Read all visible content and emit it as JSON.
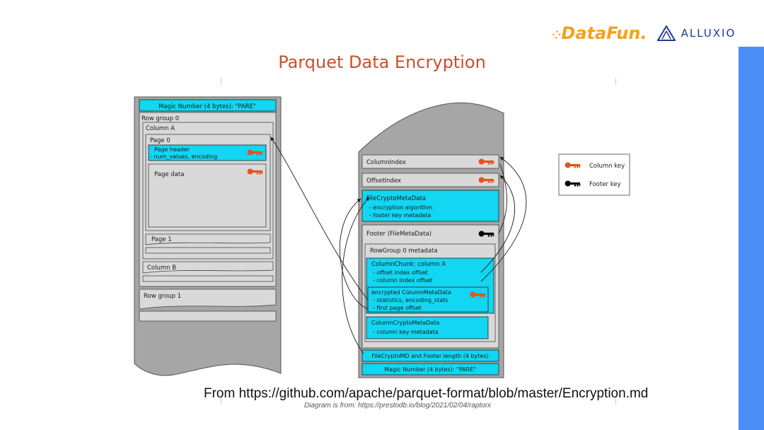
{
  "brand": {
    "datafun": "DataFun.",
    "alluxio": "ALLUXIO"
  },
  "slide": {
    "title": "Parquet Data Encryption",
    "source": "From https://github.com/apache/parquet-format/blob/master/Encryption.md",
    "caption": "Diagram is from: https://prestodb.io/blog/2021/02/04/raptorx"
  },
  "left_file": {
    "magic": "Magic Number (4 bytes): \"PARE\"",
    "row_group_0": "Row group 0",
    "column_a": "Column A",
    "page_0": "Page 0",
    "page_header": "Page header",
    "page_header_detail": "- num_values, encoding",
    "page_data": "Page data",
    "page_1": "Page 1",
    "column_b": "Column B",
    "row_group_1": "Row group  1"
  },
  "right_file": {
    "column_index": "ColumnIndex",
    "offset_index": "OffsetIndex",
    "file_crypto_metadata": "FileCryptoMetaData",
    "fcm_item_1": "-   encryption algorithm",
    "fcm_item_2": "-   footer key metadata",
    "footer": "Footer (FileMetaData)",
    "row_group_0_metadata": "RowGroup 0 metadata",
    "column_chunk": "ColumnChunk: column A",
    "cc_item_1": "-   offset index offset",
    "cc_item_2": "-   column index offset",
    "encrypted_column_metadata": "encrypted ColumnMetaData",
    "ecm_item_1": "-   statistics, encoding_stats",
    "ecm_item_2": "-   first page offset",
    "column_crypto_metadata": "ColumnCryptoMetaData",
    "ccm_item_1": "- column  key metadata",
    "file_crypto_md_footer_length": "FileCryptoMD and Footer length (4 bytes)",
    "magic": "Magic Number (4 bytes): \"PARE\""
  },
  "legend": {
    "column_key": "Column key",
    "footer_key": "Footer key"
  },
  "colors": {
    "cyan": "#12d6f2",
    "gray_fill": "#a6a6a6",
    "light_box": "#d9d9d9",
    "column_key": "#e5531b",
    "footer_key": "#000000",
    "title": "#c5512c",
    "side_bar": "#4c8ef7"
  },
  "icons": {
    "column_key": "orange-key-icon",
    "footer_key": "black-key-icon"
  }
}
